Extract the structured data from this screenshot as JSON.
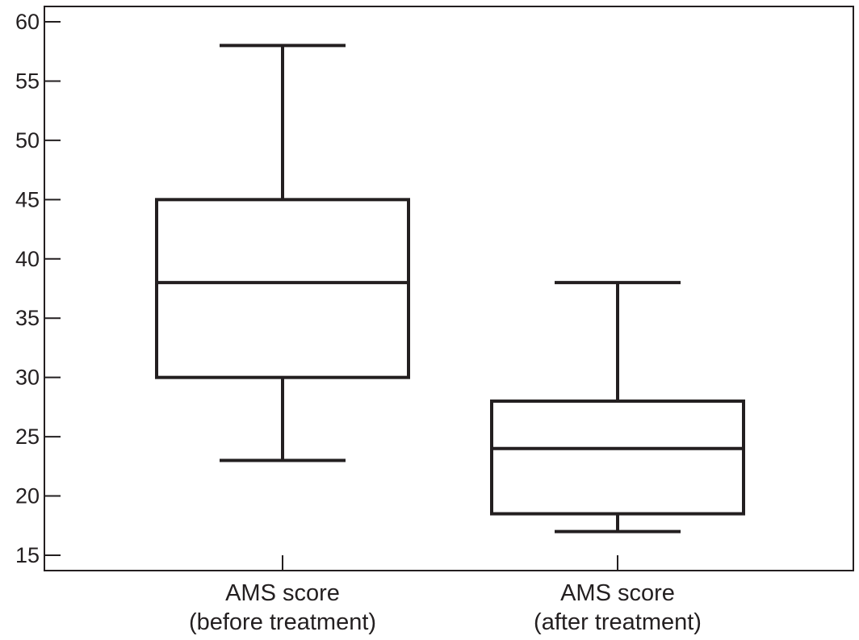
{
  "chart_data": {
    "type": "boxplot",
    "title": "",
    "xlabel": "",
    "ylabel": "",
    "ylim": [
      14,
      62
    ],
    "yticks": [
      15,
      20,
      25,
      30,
      35,
      40,
      45,
      50,
      55,
      60
    ],
    "grid": false,
    "categories": [
      [
        "AMS score",
        "(before treatment)"
      ],
      [
        "AMS score",
        "(after treatment)"
      ]
    ],
    "boxes": [
      {
        "whisker_low": 23,
        "q1": 30,
        "median": 38,
        "q3": 45,
        "whisker_high": 58
      },
      {
        "whisker_low": 17,
        "q1": 18.5,
        "median": 24,
        "q3": 28,
        "whisker_high": 38
      }
    ],
    "colors": {
      "stroke": "#231f20",
      "fill": "#ffffff"
    }
  }
}
